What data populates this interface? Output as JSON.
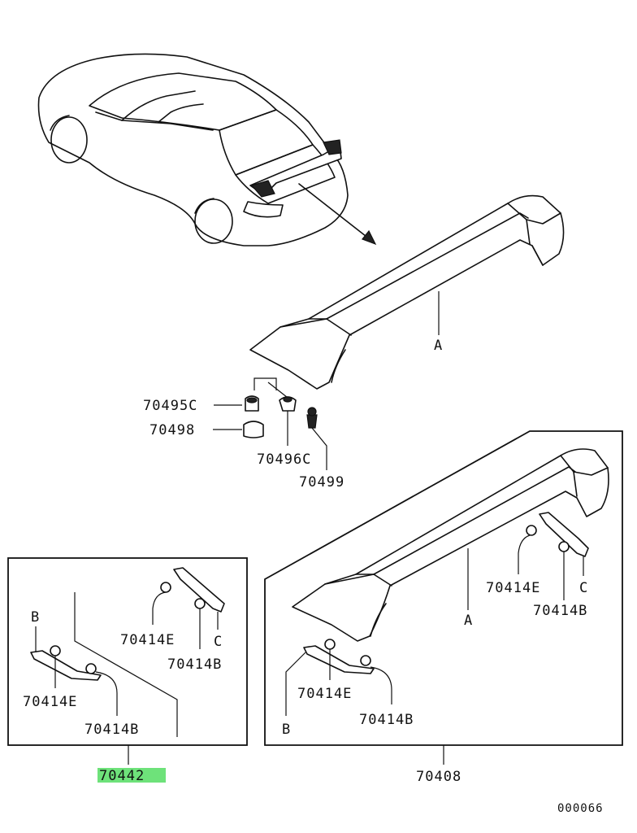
{
  "labels": {
    "a_main": "A",
    "p70495c": "70495C",
    "p70498": "70498",
    "p70496c": "70496C",
    "p70499": "70499",
    "left_b": "B",
    "left_70414e_top": "70414E",
    "left_c": "C",
    "left_70414b_top": "70414B",
    "left_70414e_bottom": "70414E",
    "left_70414b_bottom": "70414B",
    "left_assembly": "70442",
    "right_70414e_top": "70414E",
    "right_c": "C",
    "right_70414b_top": "70414B",
    "right_a": "A",
    "right_70414e_bottom": "70414E",
    "right_b": "B",
    "right_70414b_bottom": "70414B",
    "right_assembly": "70408",
    "diagram_code": "000066"
  },
  "colors": {
    "line": "#111111",
    "highlight": "#6ee27a",
    "background": "#ffffff"
  }
}
